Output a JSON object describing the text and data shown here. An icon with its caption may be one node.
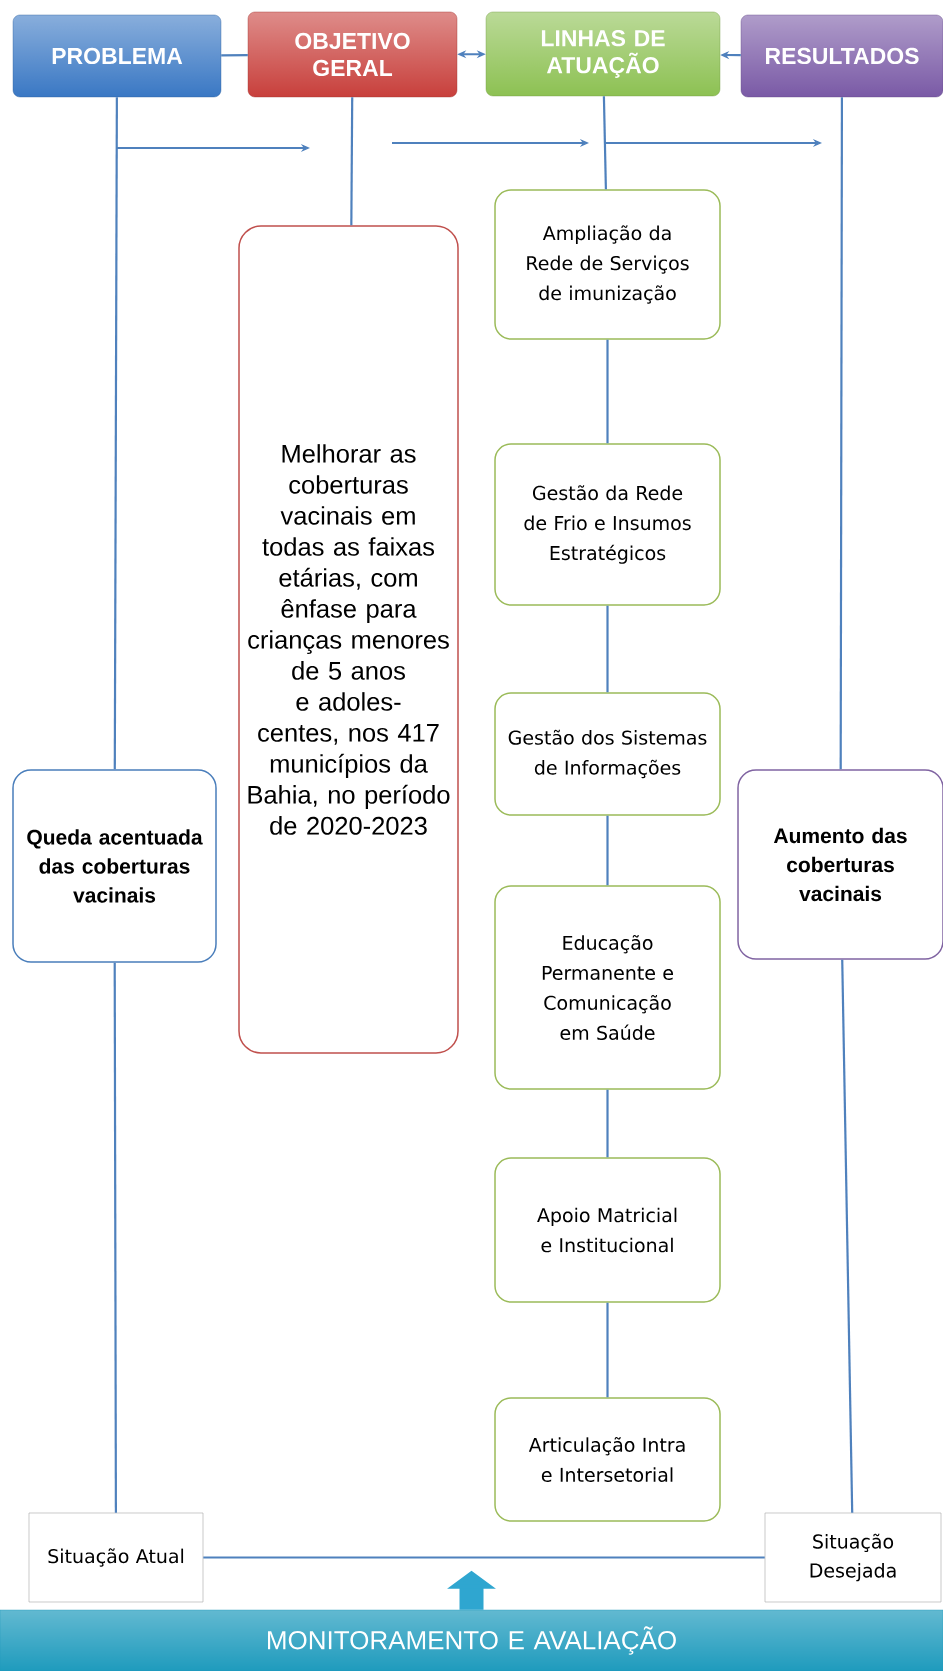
{
  "diagram": {
    "nodes": [
      {
        "text": [
          "PROBLEMA"
        ]
      },
      {
        "text": [
          "OBJETIVO GERAL"
        ]
      },
      {
        "text": [
          "LINHAS DE ATUAÇÃO"
        ]
      },
      {
        "text": [
          "RESULTADOS"
        ]
      },
      {
        "text": [
          "Queda acentuada das coberturas vacinais"
        ]
      },
      {
        "text": [
          "Melhorar as coberturas vacinais em todas as faixas etárias, com ênfase para crianças menores de 5 anos e adoles-centes, nos 417 municípios da Bahia, no período de 2020-2023"
        ]
      },
      {
        "text": [
          "Ampliação da Rede de Serviços de imunização"
        ]
      },
      {
        "text": [
          "Gestão da Rede de Frio e Insumos Estratégicos"
        ]
      },
      {
        "text": [
          "Gestão dos Sistemas de Informações"
        ]
      },
      {
        "text": [
          "Educação Permanente e Comunicação em Saúde"
        ]
      },
      {
        "text": [
          "Apoio Matricial e Institucional"
        ]
      },
      {
        "text": [
          "Articulação Intra e Intersetorial"
        ]
      },
      {
        "text": [
          "Aumento das coberturas vacinais"
        ]
      },
      {
        "text": [
          "Situação Atual"
        ]
      },
      {
        "text": [
          "Situação Desejada"
        ]
      },
      {
        "text": [
          "MONITORAMENTO E AVALIAÇÃO"
        ]
      }
    ],
    "edges": [
      {
        "from": 0,
        "to": 1,
        "arrow": "none"
      },
      {
        "from": 1,
        "to": 2,
        "arrow": "both"
      },
      {
        "from": 3,
        "to": 2,
        "arrow": "to"
      },
      {
        "from": 0,
        "to": 4,
        "arrow": "none"
      },
      {
        "from": 1,
        "to": 5,
        "arrow": "none"
      },
      {
        "from": 2,
        "to": 6,
        "arrow": "none"
      },
      {
        "from": 6,
        "to": 7,
        "arrow": "none"
      },
      {
        "from": 7,
        "to": 8,
        "arrow": "none"
      },
      {
        "from": 8,
        "to": 9,
        "arrow": "none"
      },
      {
        "from": 9,
        "to": 10,
        "arrow": "none"
      },
      {
        "from": 10,
        "to": 11,
        "arrow": "none"
      },
      {
        "from": 3,
        "to": 12,
        "arrow": "none"
      },
      {
        "from": 4,
        "to": 13,
        "arrow": "none"
      },
      {
        "from": 12,
        "to": 14,
        "arrow": "none"
      },
      {
        "from": 13,
        "to": 14,
        "arrow": "none"
      },
      {
        "from": 15,
        "to": null,
        "arrow": "to",
        "style": "thick",
        "color": "#2fa6d0"
      }
    ]
  }
}
